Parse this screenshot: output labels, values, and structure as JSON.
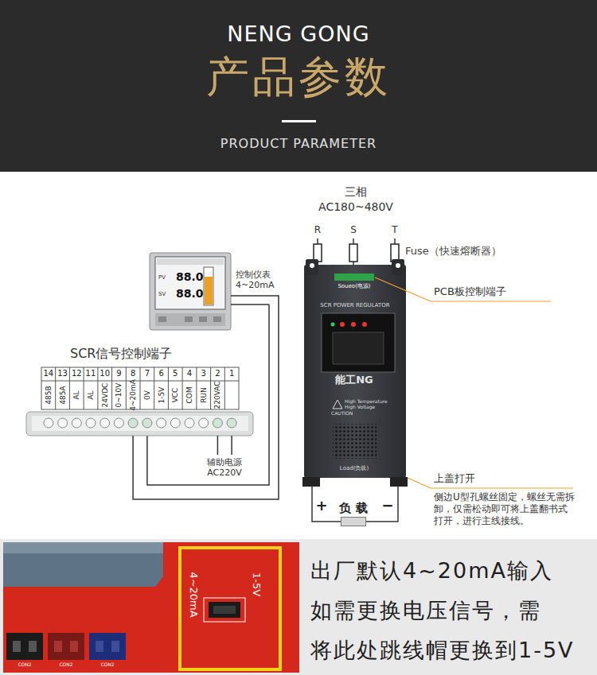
{
  "diagram": {
    "title": "产品参数",
    "nodes": [
      {
        "text": [
          "控制仪表 4~20mA"
        ]
      },
      {
        "text": [
          "SCR POWER REGULATOR"
        ]
      },
      {
        "text": [
          "SCR信号控制端子"
        ]
      },
      {
        "text": [
          "负 载"
        ]
      },
      {
        "text": [
          "出厂默认4~20mA输入 如需更换电压信号，需 将此处跳线帽更换到1-5V"
        ]
      }
    ],
    "edges": [
      {
        "from": 0,
        "to": 2,
        "arrow": "none"
      },
      {
        "from": 1,
        "to": 3,
        "arrow": "none"
      }
    ],
    "labels": [
      "NENG GONG",
      "PRODUCT PARAMETER",
      "三相",
      "AC180~480V",
      "R",
      "S",
      "T",
      "Fuse（快速熔断器）",
      "PCB板控制端子",
      "88.0",
      "88.0",
      "PV",
      "SV",
      "14",
      "13",
      "12",
      "11",
      "10",
      "9",
      "8",
      "7",
      "6",
      "5",
      "4",
      "3",
      "2",
      "1",
      "485B",
      "485A",
      "AL",
      "AL",
      "24VDC",
      "0~10V",
      "4~20mA",
      "0V",
      "1-5V",
      "VCC",
      "COM",
      "RUN",
      "220VAC",
      "辅助电源 AC220V",
      "+",
      "−",
      "Soueo(电源)",
      "能工NG",
      "High Temperature",
      "High Voltage",
      "CAUTION",
      "Load(负载)",
      "上盖打开",
      "侧边U型孔螺丝固定，螺丝无需拆卸，仅需松动即可将上盖翻书式打开，进行主线接线。",
      "4~20mA",
      "1-5V",
      "CON2",
      "CON2",
      "CON2"
    ]
  }
}
